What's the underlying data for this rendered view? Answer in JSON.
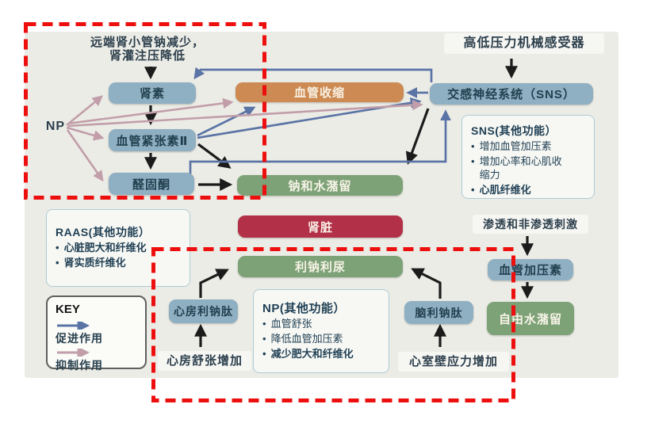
{
  "colors": {
    "background_panel": "#ECECE6",
    "node_blue": "#8FAFC2",
    "node_orange": "#CD8A52",
    "node_green": "#7EA277",
    "node_red": "#B23148",
    "arrow_promote_blue": "#5B74A6",
    "arrow_inhibit_pink": "#C19EAA",
    "arrow_black": "#1B1B1B",
    "highlight_dashed_red": "#ED0E0E"
  },
  "labels": {
    "trigger_line1": "远端肾小管钠减少，",
    "trigger_line2": "肾灌注压降低",
    "np": "NP",
    "baroreceptor": "高低压力机械感受器",
    "osmotic_stimuli": "渗透和非渗透刺激",
    "atrial_distension": "心房舒张增加",
    "ventricular_wall_stress": "心室壁应力增加"
  },
  "nodes": {
    "renin": "肾素",
    "angiotensin2": "血管紧张素Ⅱ",
    "aldosterone": "醛固酮",
    "vasoconstriction": "血管收缩",
    "sodium_water_retention": "钠和水潴留",
    "kidney": "肾脏",
    "natriuresis_diuresis": "利钠利尿",
    "sns": "交感神经系统（SNS）",
    "vasopressin": "血管加压素",
    "free_water_retention": "自由水潴留",
    "anp": "心房利钠肽",
    "bnp": "脑利钠肽"
  },
  "panels": {
    "raas": {
      "title": "RAAS(其他功能）",
      "bullets": [
        {
          "text": "心脏肥大和纤维化",
          "bold": true
        },
        {
          "text": "肾实质纤维化",
          "bold": true
        }
      ]
    },
    "sns": {
      "title": "SNS(其他功能）",
      "bullets": [
        {
          "text": "增加血管加压素",
          "bold": false
        },
        {
          "text": "增加心率和心肌收缩力",
          "bold": false
        },
        {
          "text": "心肌纤维化",
          "bold": true
        }
      ]
    },
    "np": {
      "title": "NP(其他功能）",
      "bullets": [
        {
          "text": "血管舒张",
          "bold": false
        },
        {
          "text": "降低血管加压素",
          "bold": false
        },
        {
          "text": "减少肥大和纤维化",
          "bold": true
        }
      ]
    }
  },
  "key": {
    "title": "KEY",
    "promote": "促进作用",
    "inhibit": "抑制作用"
  }
}
